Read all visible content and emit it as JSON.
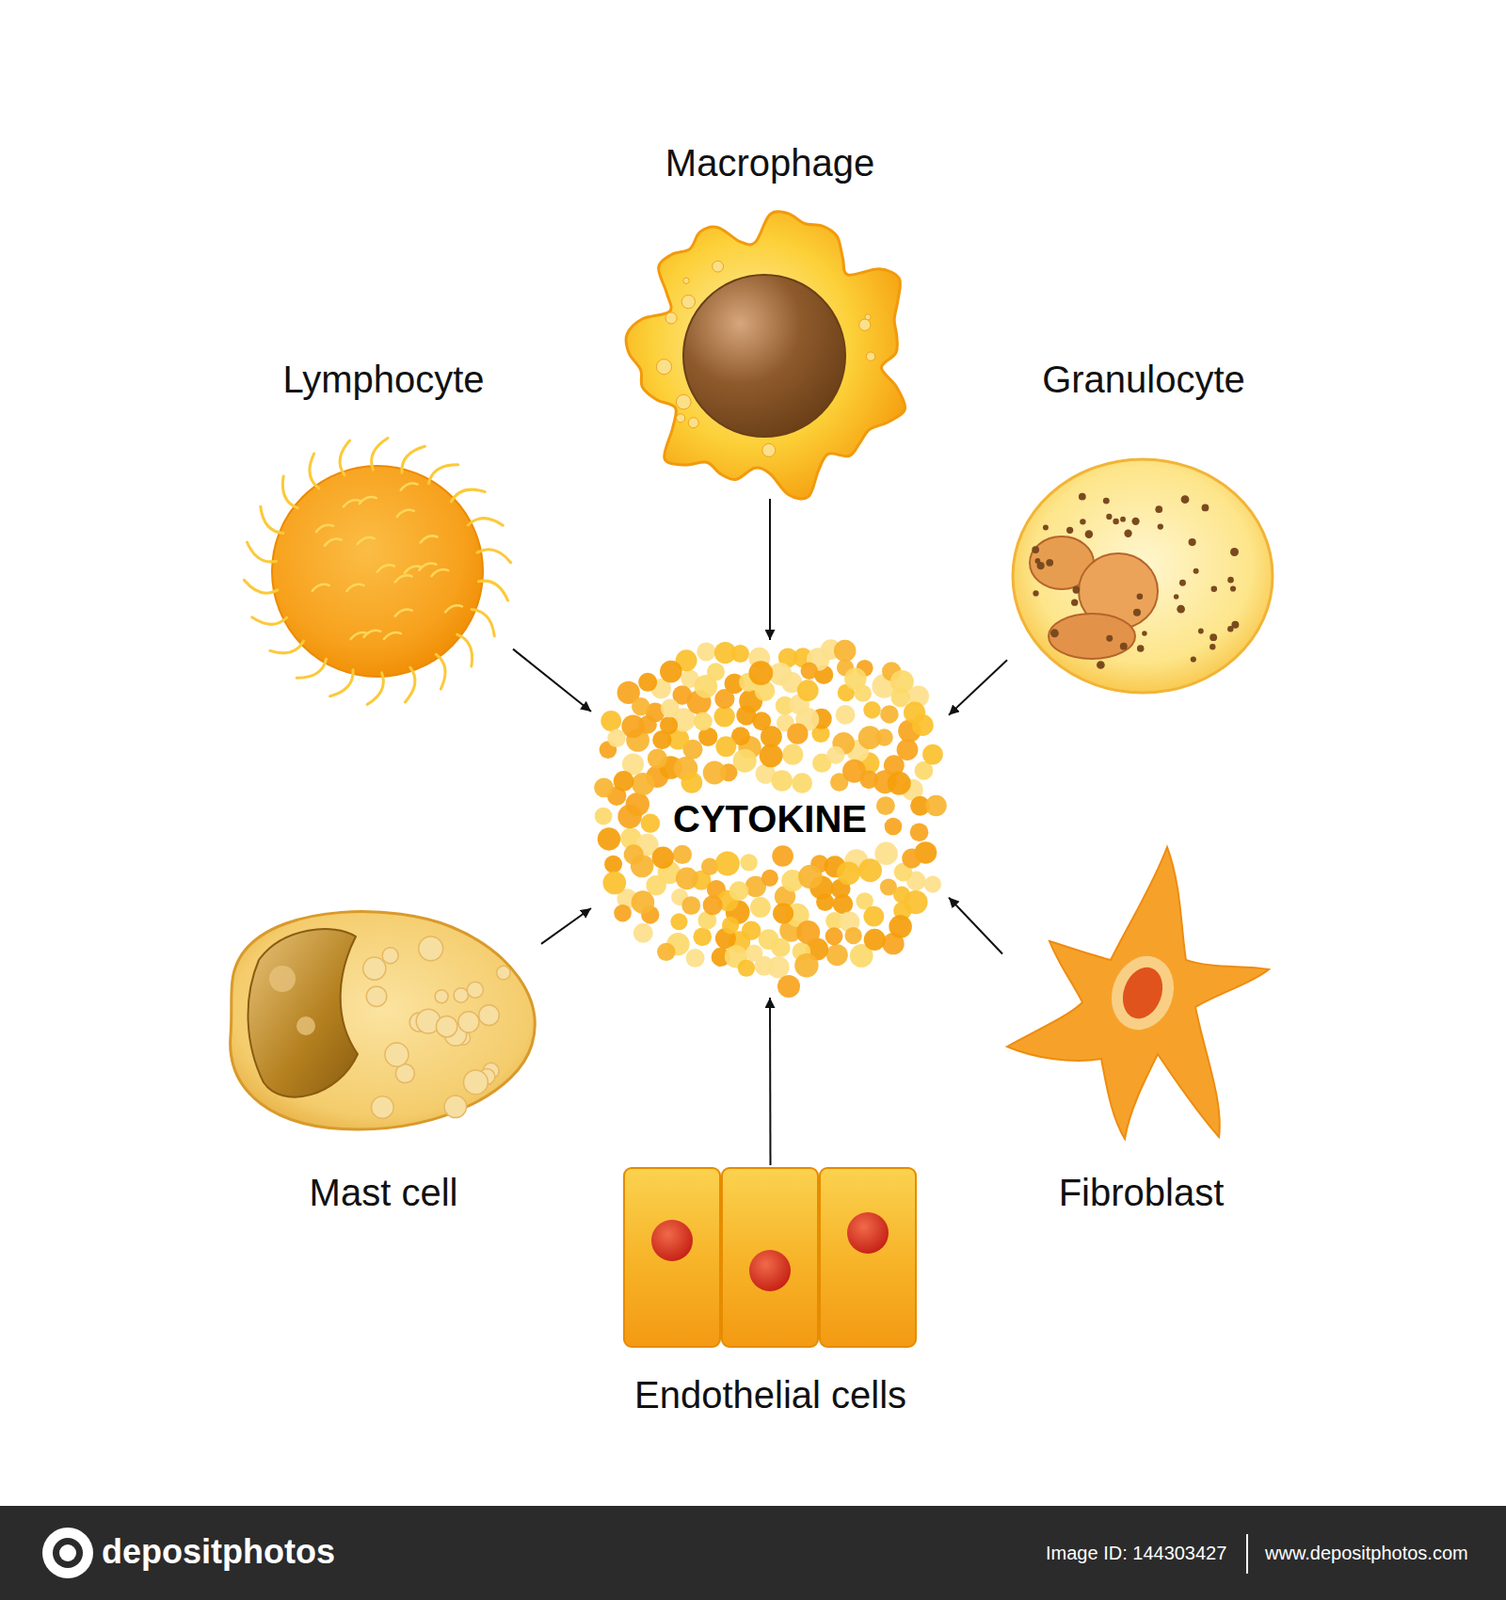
{
  "diagram": {
    "nodes": [
      {
        "text": [
          "Macrophage"
        ]
      },
      {
        "text": [
          "Lymphocyte"
        ]
      },
      {
        "text": [
          "Granulocyte"
        ]
      },
      {
        "text": [
          "CYTOKINE"
        ]
      },
      {
        "text": [
          "Mast cell"
        ]
      },
      {
        "text": [
          "Fibroblast"
        ]
      },
      {
        "text": [
          "Endothelial cells"
        ]
      }
    ],
    "edges": [
      {
        "from": 0,
        "to": 3,
        "arrow": "to"
      },
      {
        "from": 1,
        "to": 3,
        "arrow": "to"
      },
      {
        "from": 2,
        "to": 3,
        "arrow": "to"
      },
      {
        "from": 4,
        "to": 3,
        "arrow": "to"
      },
      {
        "from": 5,
        "to": 3,
        "arrow": "to"
      },
      {
        "from": 6,
        "to": 3,
        "arrow": "to"
      }
    ],
    "labels": [
      "depositphotos",
      "Image ID: 144303427",
      "www.depositphotos.com"
    ]
  }
}
